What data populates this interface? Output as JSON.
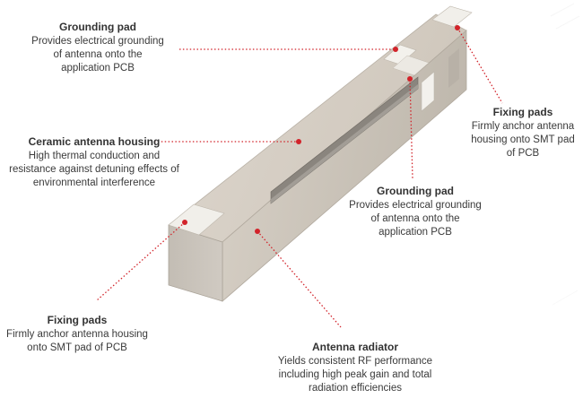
{
  "accent_color": "#d2232a",
  "callouts": {
    "grounding_top": {
      "title": "Grounding pad",
      "lines": [
        "Provides electrical grounding",
        "of antenna onto the",
        "application PCB"
      ]
    },
    "ceramic_housing": {
      "title": "Ceramic antenna housing",
      "lines": [
        "High thermal conduction and",
        "resistance against detuning effects of",
        "environmental interference"
      ]
    },
    "fixing_right": {
      "title": "Fixing pads",
      "lines": [
        "Firmly anchor antenna",
        "housing onto SMT pad",
        "of PCB"
      ]
    },
    "grounding_mid": {
      "title": "Grounding pad",
      "lines": [
        "Provides electrical grounding",
        "of antenna onto the",
        "application PCB"
      ]
    },
    "fixing_left": {
      "title": "Fixing pads",
      "lines": [
        "Firmly anchor antenna housing",
        "onto SMT pad of PCB"
      ]
    },
    "radiator": {
      "title": "Antenna radiator",
      "lines": [
        "Yields consistent RF performance",
        "including high peak gain and total",
        "radiation efficiencies"
      ]
    }
  }
}
